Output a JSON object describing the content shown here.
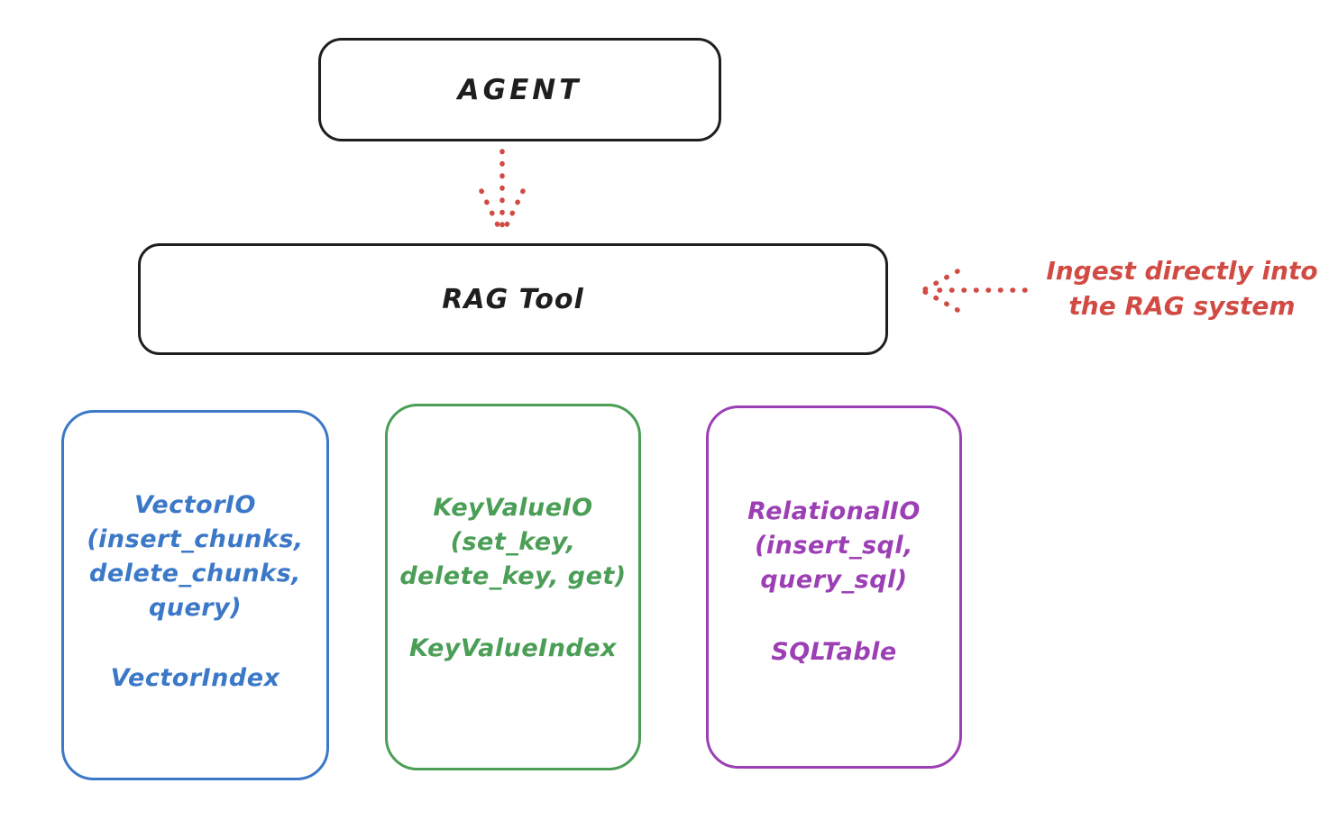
{
  "diagram": {
    "background": "#ffffff",
    "stroke_dark": "#1e1e1e",
    "agent_box": {
      "label": "AGENT"
    },
    "rag_box": {
      "label": "RAG Tool"
    },
    "flow_arrow": {
      "from": "agent_box",
      "to": "rag_box",
      "style": "dotted",
      "direction": "down",
      "color": "#d14b44"
    },
    "annotation": {
      "line1": "Ingest directly into",
      "line2": "the RAG system",
      "color": "#d14b44",
      "arrow_style": "dotted",
      "arrow_points_to": "rag_box"
    },
    "io_boxes": [
      {
        "id": "vector-io",
        "color": "#3b78c8",
        "lines": [
          "VectorIO",
          "(insert_chunks,",
          "delete_chunks,",
          "query)"
        ],
        "index_label": "VectorIndex"
      },
      {
        "id": "keyvalue-io",
        "color": "#4a9e55",
        "lines": [
          "KeyValueIO",
          "(set_key,",
          "delete_key, get)"
        ],
        "index_label": "KeyValueIndex"
      },
      {
        "id": "relational-io",
        "color": "#9c3fb5",
        "lines": [
          "RelationalIO",
          "(insert_sql,",
          "query_sql)"
        ],
        "index_label": "SQLTable"
      }
    ]
  }
}
